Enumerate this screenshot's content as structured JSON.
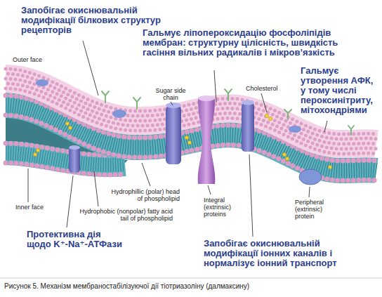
{
  "diagram": {
    "caption": "Рисунок 5. Механізм мембраностабілізуючої дії тіотриазоліну (далмаксину)",
    "labels": [
      "Запобігає окиснювальній модифікації білкових структур рецепторів",
      "Гальмує ліпопероксидацію фосфоліпідів мембран: структурну цілісність, швидкість гасіння вільних радикалів і мікров’язкість",
      "Гальмує утворення АФК, у тому числі пероксинітриту, мітохондріями",
      "Outer face",
      "Sugar side chain",
      "Cholesterol",
      "Hydrophillic (polar) head of phospholipid",
      "Inner face",
      "Hydrophobic (nonpolar) fatty acid tail of phospholipid",
      "Integral (extrinsic) proteins",
      "Peripheral (extrinsic) protein",
      "Протективна дія щодо K⁺-Na⁺-АТФази",
      "Запобігає окиснювальній модифікації іонних каналів і нормалізує іонний транспорт"
    ]
  }
}
